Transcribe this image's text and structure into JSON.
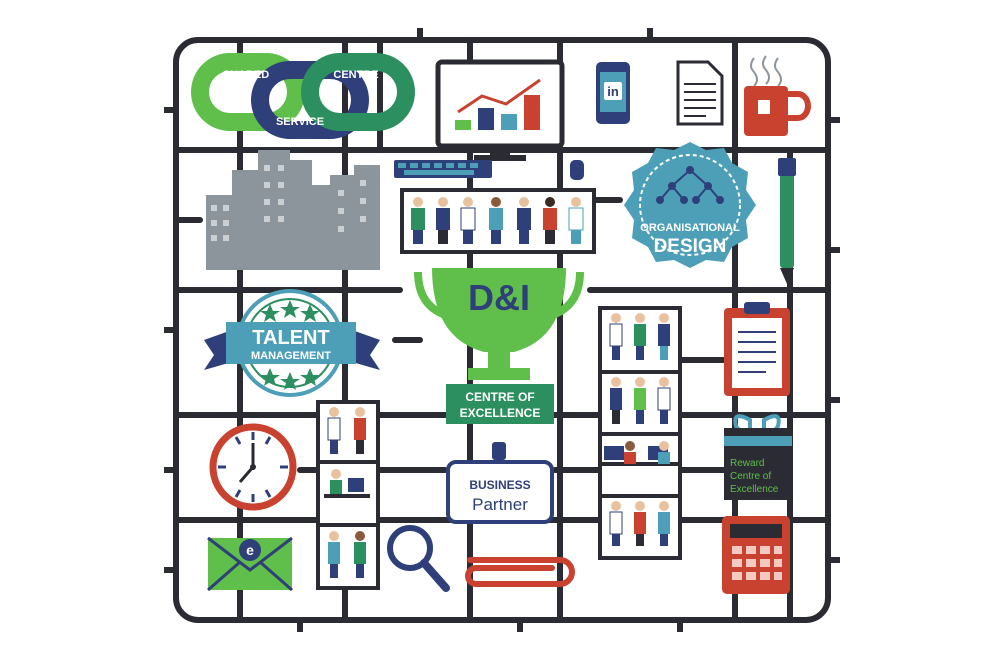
{
  "chain": {
    "left": "SHARED",
    "right": "CENTRE",
    "bottom": "SERVICE"
  },
  "badge": {
    "line1": "ORGANISATIONAL",
    "line2": "DESIGN"
  },
  "trophy": {
    "title": "D&I",
    "ribbon_line1": "CENTRE OF",
    "ribbon_line2": "EXCELLENCE"
  },
  "talent": {
    "line1": "TALENT",
    "line2": "MANAGEMENT"
  },
  "business": {
    "line1": "BUSINESS",
    "line2": "Partner"
  },
  "reward": {
    "line1": "Reward",
    "line2": "Centre of",
    "line3": "Excellence"
  },
  "phone": {
    "icon_text": "in"
  },
  "envelope": {
    "icon_text": "e"
  },
  "colors": {
    "frame": "#2b2b33",
    "green": "#5fbf4a",
    "navy": "#2e3f7a",
    "teal": "#4d9fb8",
    "red": "#c9412f",
    "grey": "#8c959b",
    "dark_green": "#2c8f60"
  }
}
